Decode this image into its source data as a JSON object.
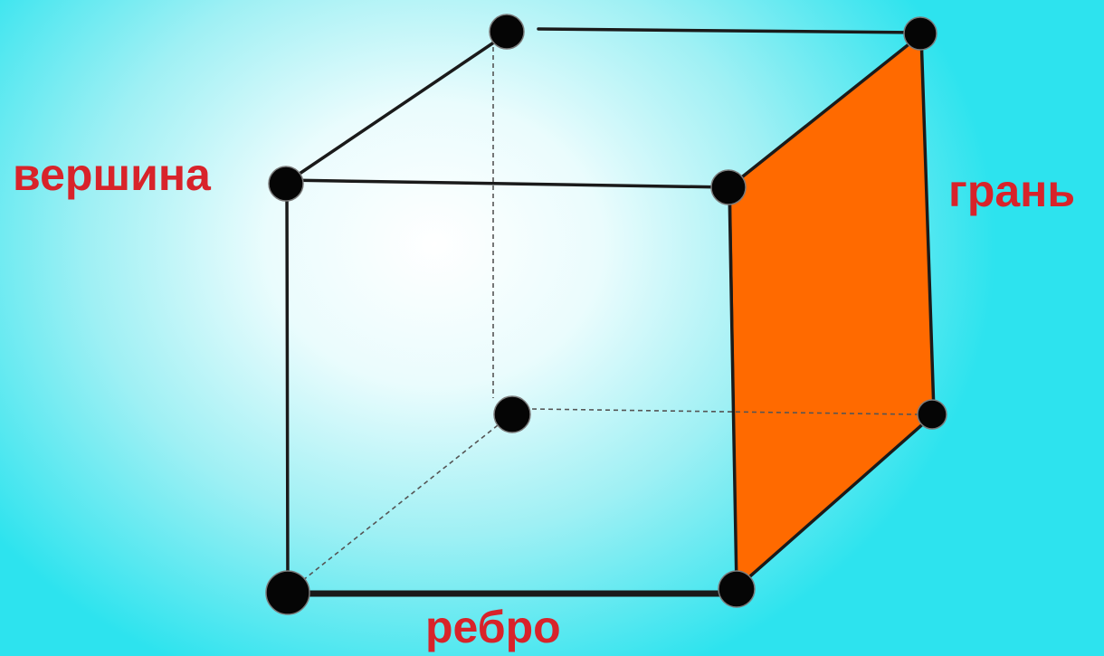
{
  "labels": {
    "vertex": "вершина",
    "face": "грань",
    "edge": "ребро"
  },
  "colors": {
    "label_text": "#d8232a",
    "face_fill": "#ff6a00",
    "edge_stroke": "#1a1a1a",
    "vertex_fill": "#050505",
    "background_edge": "#2de3ee",
    "background_center": "#ffffff"
  }
}
